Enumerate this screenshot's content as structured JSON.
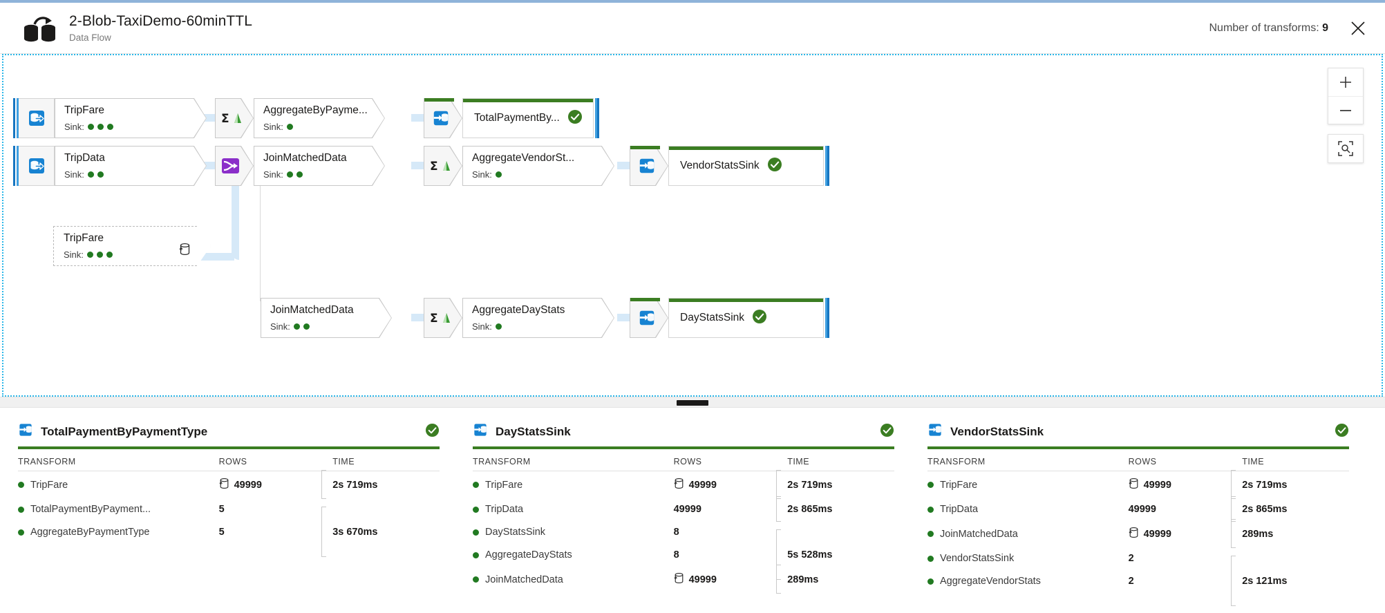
{
  "header": {
    "icon": "dataflow-icon",
    "title": "2-Blob-TaxiDemo-60minTTL",
    "subtitle": "Data Flow",
    "transform_count_label": "Number of transforms:",
    "transform_count_value": "9",
    "close_icon": "close-icon"
  },
  "canvas": {
    "zoom_in_icon": "plus-icon",
    "zoom_out_icon": "minus-icon",
    "fit_icon": "fit-to-screen-icon",
    "rows": [
      {
        "source": {
          "name": "TripFare",
          "sink_label": "Sink:",
          "sink_dots": 3,
          "icon": "source-database-icon",
          "corner_icon": "cached-data-icon"
        },
        "transform": {
          "name": "AggregateByPayme...",
          "sink_label": "Sink:",
          "sink_dots": 1,
          "icon": "aggregate-icon"
        },
        "sink": {
          "name": "TotalPaymentBy...",
          "icon": "sink-database-icon",
          "status": "success"
        }
      },
      {
        "source": {
          "name": "TripData",
          "sink_label": "Sink:",
          "sink_dots": 2,
          "icon": "source-database-icon"
        },
        "join": {
          "name": "JoinMatchedData",
          "sink_label": "Sink:",
          "sink_dots": 2,
          "icon": "join-icon",
          "corner_icon": "cached-data-icon"
        },
        "transform": {
          "name": "AggregateVendorSt...",
          "sink_label": "Sink:",
          "sink_dots": 1,
          "icon": "aggregate-icon"
        },
        "sink": {
          "name": "VendorStatsSink",
          "icon": "sink-database-icon",
          "status": "success"
        }
      },
      {
        "dashed_source": {
          "name": "TripFare",
          "sink_label": "Sink:",
          "sink_dots": 3,
          "corner_icon": "cached-data-icon"
        }
      },
      {
        "join": {
          "name": "JoinMatchedData",
          "sink_label": "Sink:",
          "sink_dots": 2,
          "corner_icon": "cached-data-icon"
        },
        "transform": {
          "name": "AggregateDayStats",
          "sink_label": "Sink:",
          "sink_dots": 1,
          "icon": "aggregate-icon"
        },
        "sink": {
          "name": "DayStatsSink",
          "icon": "sink-database-icon",
          "status": "success"
        }
      }
    ]
  },
  "divider": {
    "grip_icon": "resize-grip"
  },
  "bottom_panel": {
    "columns": [
      "TRANSFORM",
      "ROWS",
      "TIME"
    ],
    "cards": [
      {
        "title": "TotalPaymentByPaymentType",
        "icon": "sink-database-icon",
        "status": "success",
        "rows": [
          {
            "transform": "TripFare",
            "rows": "49999",
            "cached": true,
            "time": "2s 719ms",
            "bracket": "short"
          },
          {
            "transform": "TotalPaymentByPayment...",
            "rows": "5",
            "cached": false,
            "time": "",
            "bracket": "none"
          },
          {
            "transform": "AggregateByPaymentType",
            "rows": "5",
            "cached": false,
            "time": "3s 670ms",
            "bracket": "long"
          }
        ]
      },
      {
        "title": "DayStatsSink",
        "icon": "sink-database-icon",
        "status": "success",
        "rows": [
          {
            "transform": "TripFare",
            "rows": "49999",
            "cached": true,
            "time": "2s 719ms",
            "bracket": "short"
          },
          {
            "transform": "TripData",
            "rows": "49999",
            "cached": false,
            "time": "2s 865ms",
            "bracket": "short"
          },
          {
            "transform": "DayStatsSink",
            "rows": "8",
            "cached": false,
            "time": "",
            "bracket": "none"
          },
          {
            "transform": "AggregateDayStats",
            "rows": "8",
            "cached": false,
            "time": "5s 528ms",
            "bracket": "long"
          },
          {
            "transform": "JoinMatchedData",
            "rows": "49999",
            "cached": true,
            "time": "289ms",
            "bracket": "short"
          }
        ]
      },
      {
        "title": "VendorStatsSink",
        "icon": "sink-database-icon",
        "status": "success",
        "rows": [
          {
            "transform": "TripFare",
            "rows": "49999",
            "cached": true,
            "time": "2s 719ms",
            "bracket": "short"
          },
          {
            "transform": "TripData",
            "rows": "49999",
            "cached": false,
            "time": "2s 865ms",
            "bracket": "short"
          },
          {
            "transform": "JoinMatchedData",
            "rows": "49999",
            "cached": true,
            "time": "289ms",
            "bracket": "short"
          },
          {
            "transform": "VendorStatsSink",
            "rows": "2",
            "cached": false,
            "time": "",
            "bracket": "none"
          },
          {
            "transform": "AggregateVendorStats",
            "rows": "2",
            "cached": false,
            "time": "2s 121ms",
            "bracket": "long"
          }
        ]
      }
    ]
  },
  "colors": {
    "accent_blue": "#1675c0",
    "success_green": "#3b7d22",
    "dot_green": "#217a21",
    "canvas_border": "#29b6e8",
    "connector": "#d6e9f8"
  }
}
